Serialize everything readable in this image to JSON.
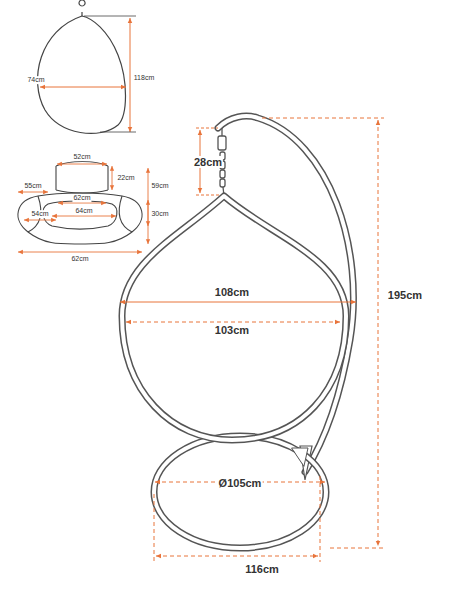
{
  "diagram": {
    "labels": [
      "74cm",
      "118cm",
      "52cm",
      "22cm",
      "59cm",
      "55cm",
      "62cm",
      "30cm",
      "54cm",
      "64cm",
      "62cm",
      "28cm",
      "108cm",
      "103cm",
      "195cm",
      "Ø105cm",
      "116cm"
    ]
  }
}
